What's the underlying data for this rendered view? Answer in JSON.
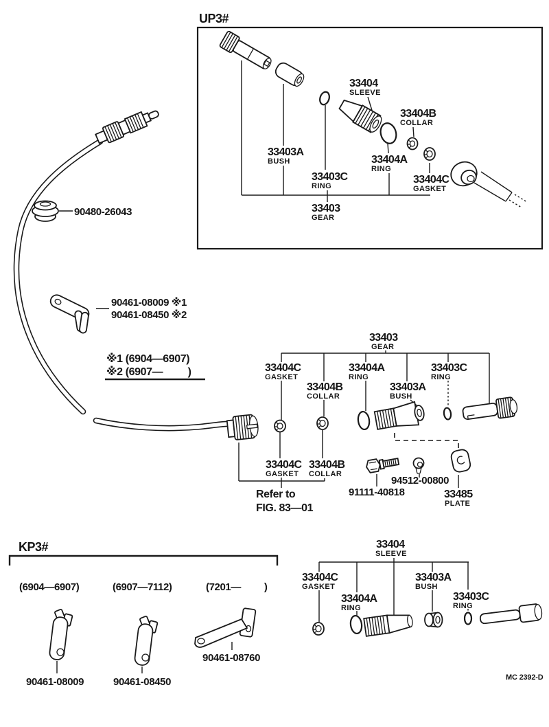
{
  "up3": {
    "title": "UP3#",
    "parts": {
      "sleeve": {
        "code": "33404",
        "name": "SLEEVE"
      },
      "collar": {
        "code": "33404B",
        "name": "COLLAR"
      },
      "bush": {
        "code": "33403A",
        "name": "BUSH"
      },
      "ring_a": {
        "code": "33404A",
        "name": "RING"
      },
      "ring_c": {
        "code": "33403C",
        "name": "RING"
      },
      "gasket": {
        "code": "33404C",
        "name": "GASKET"
      },
      "gear": {
        "code": "33403",
        "name": "GEAR"
      }
    }
  },
  "cable": {
    "grommet_part": "90480-26043",
    "clamp_part_1": "90461-08009 ※1",
    "clamp_part_2": "90461-08450 ※2"
  },
  "legend": {
    "note_1": "※1 (6904—6907)",
    "note_2": "※2 (6907—         )"
  },
  "gear_group": {
    "gear": {
      "code": "33403",
      "name": "GEAR"
    },
    "gasket": {
      "code": "33404C",
      "name": "GASKET"
    },
    "ring_a": {
      "code": "33404A",
      "name": "RING"
    },
    "ring_c": {
      "code": "33403C",
      "name": "RING"
    },
    "collar": {
      "code": "33404B",
      "name": "COLLAR"
    },
    "bush": {
      "code": "33403A",
      "name": "BUSH"
    },
    "gasket_lower": {
      "code": "33404C",
      "name": "GASKET"
    },
    "collar_lower": {
      "code": "33404B",
      "name": "COLLAR"
    },
    "refer_note_1": "Refer to",
    "refer_note_2": "FIG. 83—01",
    "bolt_part": "91111-40818",
    "pin_part": "94512-00800",
    "plate": {
      "code": "33485",
      "name": "PLATE"
    }
  },
  "kp3": {
    "title": "KP3#",
    "columns": [
      {
        "range": "(6904—6907)",
        "part": "90461-08009"
      },
      {
        "range": "(6907—7112)",
        "part": "90461-08450"
      },
      {
        "range": "(7201—         )",
        "part": "90461-08760"
      }
    ]
  },
  "sleeve_group": {
    "sleeve": {
      "code": "33404",
      "name": "SLEEVE"
    },
    "gasket": {
      "code": "33404C",
      "name": "GASKET"
    },
    "ring_a": {
      "code": "33404A",
      "name": "RING"
    },
    "bush": {
      "code": "33403A",
      "name": "BUSH"
    },
    "ring_c": {
      "code": "33403C",
      "name": "RING"
    }
  },
  "footer": {
    "drawing_code": "MC 2392-D"
  }
}
